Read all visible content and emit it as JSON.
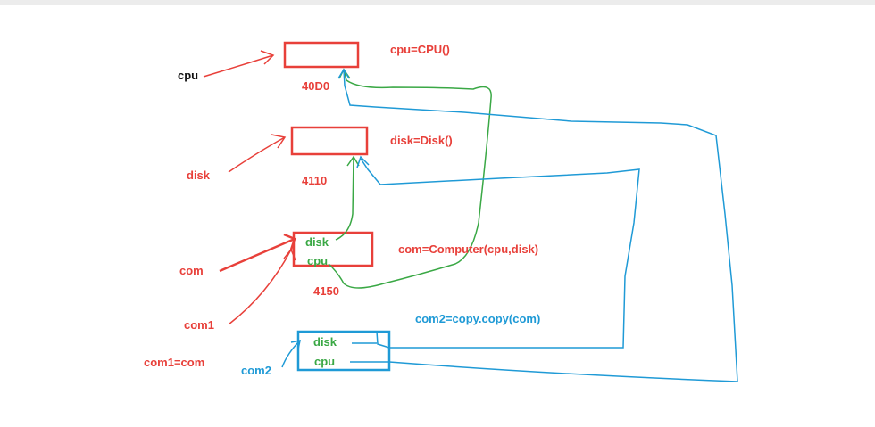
{
  "colors": {
    "red": "#e8403a",
    "green": "#3aa845",
    "blue": "#1f9ad6",
    "black": "#111111"
  },
  "variables": {
    "cpu": "cpu",
    "disk": "disk",
    "com": "com",
    "com1": "com1",
    "com1_eq_com": "com1=com",
    "com2": "com2"
  },
  "objects": {
    "cpu_obj": {
      "expr": "cpu=CPU()",
      "addr": "40D0"
    },
    "disk_obj": {
      "expr": "disk=Disk()",
      "addr": "4110"
    },
    "computer_obj": {
      "expr": "com=Computer(cpu,disk)",
      "addr": "4150",
      "field_disk": "disk",
      "field_cpu": "cpu"
    },
    "copy_obj": {
      "expr": "com2=copy.copy(com)",
      "field_disk": "disk",
      "field_cpu": "cpu"
    }
  }
}
